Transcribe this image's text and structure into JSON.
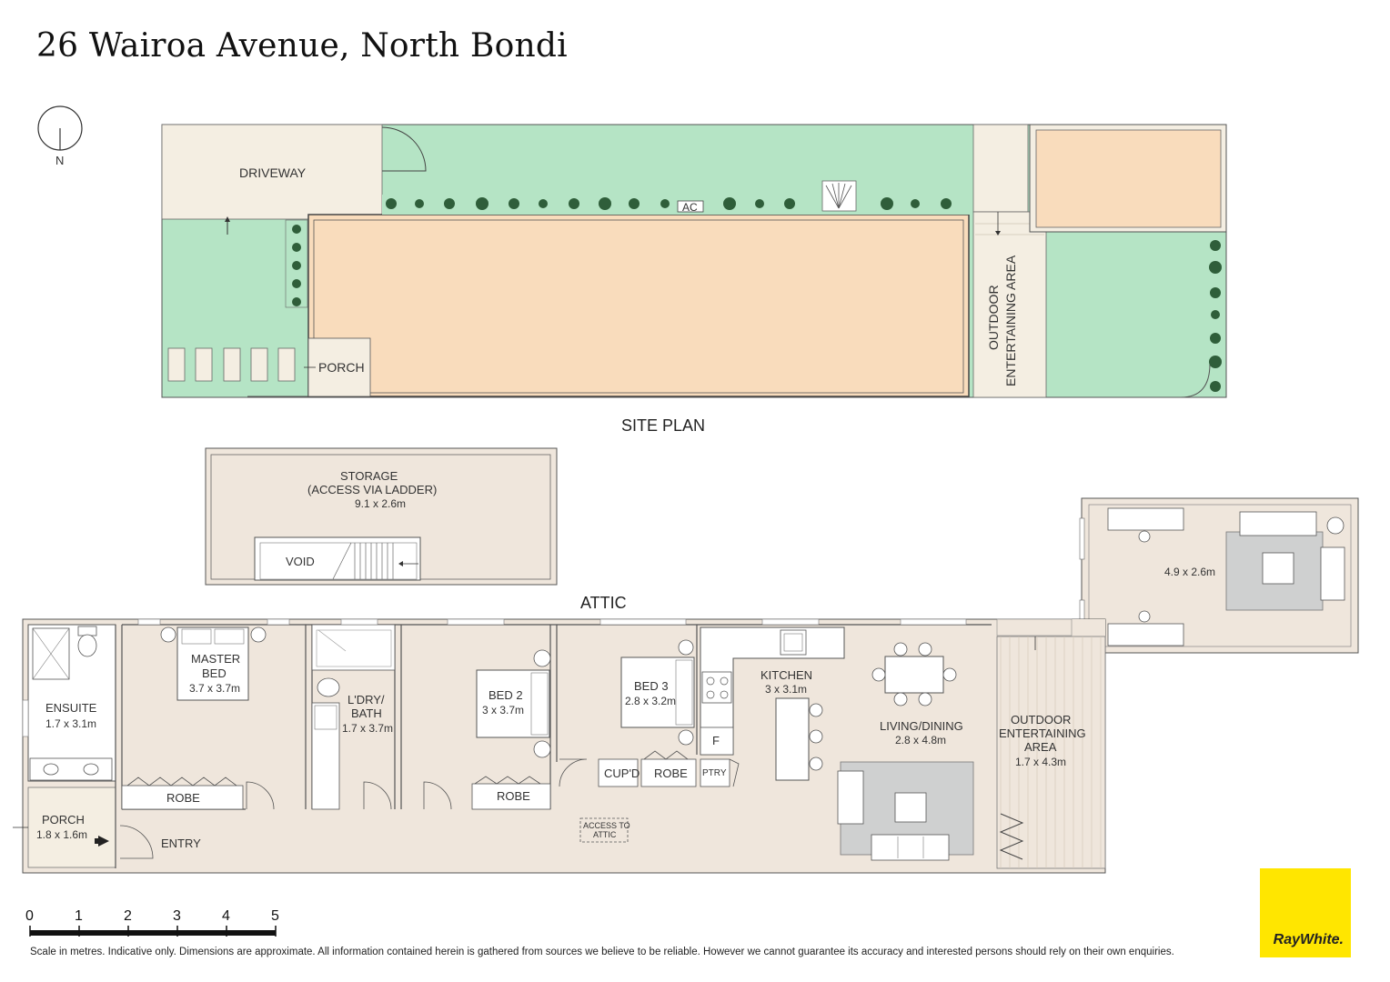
{
  "title": "26 Wairoa Avenue, North Bondi",
  "compass": "N",
  "site_plan": {
    "heading": "SITE PLAN",
    "driveway": "DRIVEWAY",
    "ac": "AC",
    "porch": "PORCH",
    "outdoor_1": "OUTDOOR",
    "outdoor_2": "ENTERTAINING AREA"
  },
  "attic": {
    "heading": "ATTIC",
    "storage_1": "STORAGE",
    "storage_2": "(ACCESS VIA LADDER)",
    "storage_3": "9.1 x 2.6m",
    "void": "VOID"
  },
  "floor": {
    "ensuite_name": "ENSUITE",
    "ensuite_size": "1.7 x 3.1m",
    "master_1": "MASTER",
    "master_2": "BED",
    "master_size": "3.7 x 3.7m",
    "laundry_1": "L'DRY/",
    "laundry_2": "BATH",
    "laundry_size": "1.7 x 3.7m",
    "bed2_name": "BED 2",
    "bed2_size": "3 x 3.7m",
    "bed3_name": "BED 3",
    "bed3_size": "2.8 x 3.2m",
    "kitchen_name": "KITCHEN",
    "kitchen_size": "3 x 3.1m",
    "living_name": "LIVING/DINING",
    "living_size": "2.8 x 4.8m",
    "outdoor_1": "OUTDOOR",
    "outdoor_2": "ENTERTAINING",
    "outdoor_3": "AREA",
    "outdoor_size": "1.7 x 4.3m",
    "studio_size": "4.9 x 2.6m",
    "porch_name": "PORCH",
    "porch_size": "1.8 x 1.6m",
    "entry": "ENTRY",
    "robe": "ROBE",
    "cupd": "CUP'D",
    "ptry": "PTRY",
    "fridge": "F",
    "attic_access_1": "ACCESS TO",
    "attic_access_2": "ATTIC"
  },
  "scale": {
    "ticks": [
      "0",
      "1",
      "2",
      "3",
      "4",
      "5"
    ]
  },
  "disclaimer": "Scale in metres. Indicative only. Dimensions are approximate. All information contained herein is gathered from sources we believe to be reliable. However we cannot guarantee its accuracy and interested persons should rely on their own enquiries.",
  "brand": {
    "name": "RayWhite.",
    "color": "#ffe600"
  },
  "colors": {
    "lawn": "#b5e4c5",
    "building": "#f9dcbc",
    "paving": "#f4eee2",
    "floor": "#efe6dc"
  }
}
